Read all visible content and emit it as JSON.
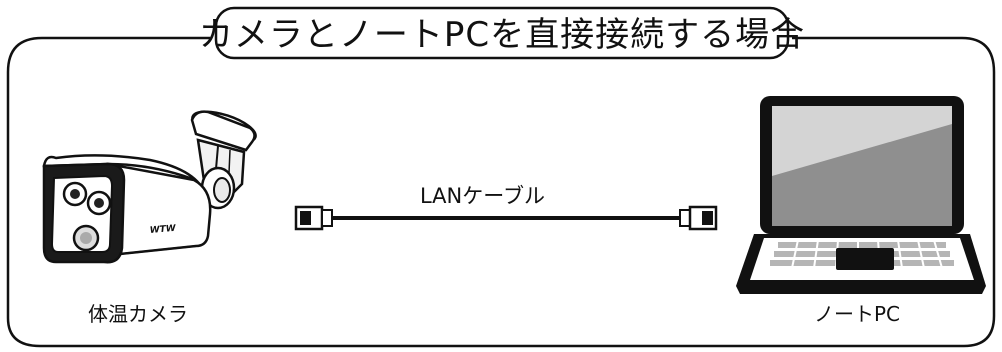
{
  "title": "カメラとノートPCを直接接続する場合",
  "camera": {
    "label": "体温カメラ",
    "brand_mark": "WTW"
  },
  "cable": {
    "label": "LANケーブル"
  },
  "laptop": {
    "label": "ノートPC"
  }
}
